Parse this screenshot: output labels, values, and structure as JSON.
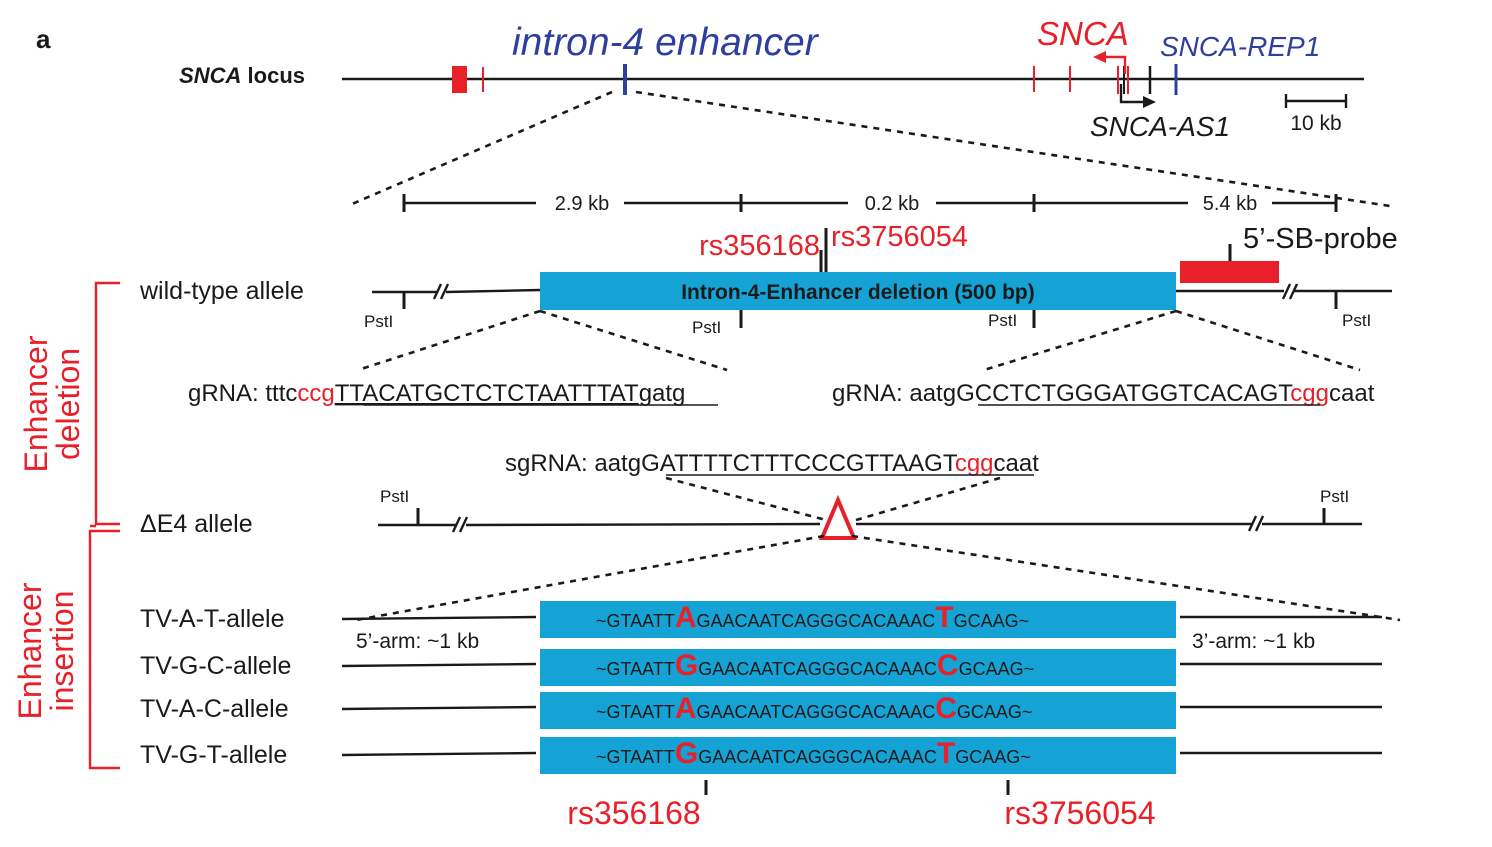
{
  "panel_label": "a",
  "locus": {
    "gene_italic": "SNCA",
    "label_rest": " locus",
    "enhancer_title": "intron-4 enhancer",
    "snca": "SNCA",
    "snca_rep1": "SNCA-REP1",
    "snca_as1": "SNCA-AS1",
    "scale_bar": "10 kb"
  },
  "zoom": {
    "dist1": "2.9 kb",
    "dist2": "0.2 kb",
    "dist3": "5.4 kb",
    "snp1": "rs356168",
    "snp2": "rs3756054",
    "probe": "5’-SB-probe"
  },
  "wildtype": {
    "label": "wild-type allele",
    "deletion_box": "Intron-4-Enhancer deletion (500 bp)",
    "psti": "PstI"
  },
  "grna_left": {
    "prefix": "gRNA: ",
    "pre": "tttc",
    "pam": "ccg",
    "target": "TTACATGCTCTCTAATTTAT",
    "post": "gatg"
  },
  "grna_right": {
    "prefix": "gRNA: ",
    "pre": "aatg",
    "target": "GCCTCTGGGATGGTCACAGT",
    "pam": "cgg",
    "post": "caat"
  },
  "sgrna": {
    "prefix": "sgRNA: ",
    "pre": "aatg",
    "target": "GATTTTCTTTCCCGTTAAGT",
    "pam": "cgg",
    "post": "caat"
  },
  "de4": {
    "label": "ΔE4 allele",
    "delta": "Δ"
  },
  "side_labels": {
    "deletion": [
      "Enhancer",
      "deletion"
    ],
    "insertion": [
      "Enhancer",
      "insertion"
    ]
  },
  "arms": {
    "left": "5’-arm: ~1 kb",
    "right": "3’-arm: ~1 kb"
  },
  "alleles": [
    {
      "label": "TV-A-T-allele",
      "pre": "~GTAATT",
      "snp1": "A",
      "mid": "GAACAATCAGGGCACAAAC",
      "snp2": "T",
      "post": "GCAAG~"
    },
    {
      "label": "TV-G-C-allele",
      "pre": "~GTAATT",
      "snp1": "G",
      "mid": "GAACAATCAGGGCACAAAC",
      "snp2": "C",
      "post": "GCAAG~"
    },
    {
      "label": "TV-A-C-allele",
      "pre": "~GTAATT",
      "snp1": "A",
      "mid": "GAACAATCAGGGCACAAAC",
      "snp2": "C",
      "post": "GCAAG~"
    },
    {
      "label": "TV-G-T-allele",
      "pre": "~GTAATT",
      "snp1": "G",
      "mid": "GAACAATCAGGGCACAAAC",
      "snp2": "T",
      "post": "GCAAG~"
    }
  ],
  "bottom_snps": {
    "snp1": "rs356168",
    "snp2": "rs3756054"
  },
  "colors": {
    "red": "#e8202a",
    "blue": "#2e3f9e",
    "cyan": "#15a3d6",
    "black": "#1a1a1a"
  }
}
